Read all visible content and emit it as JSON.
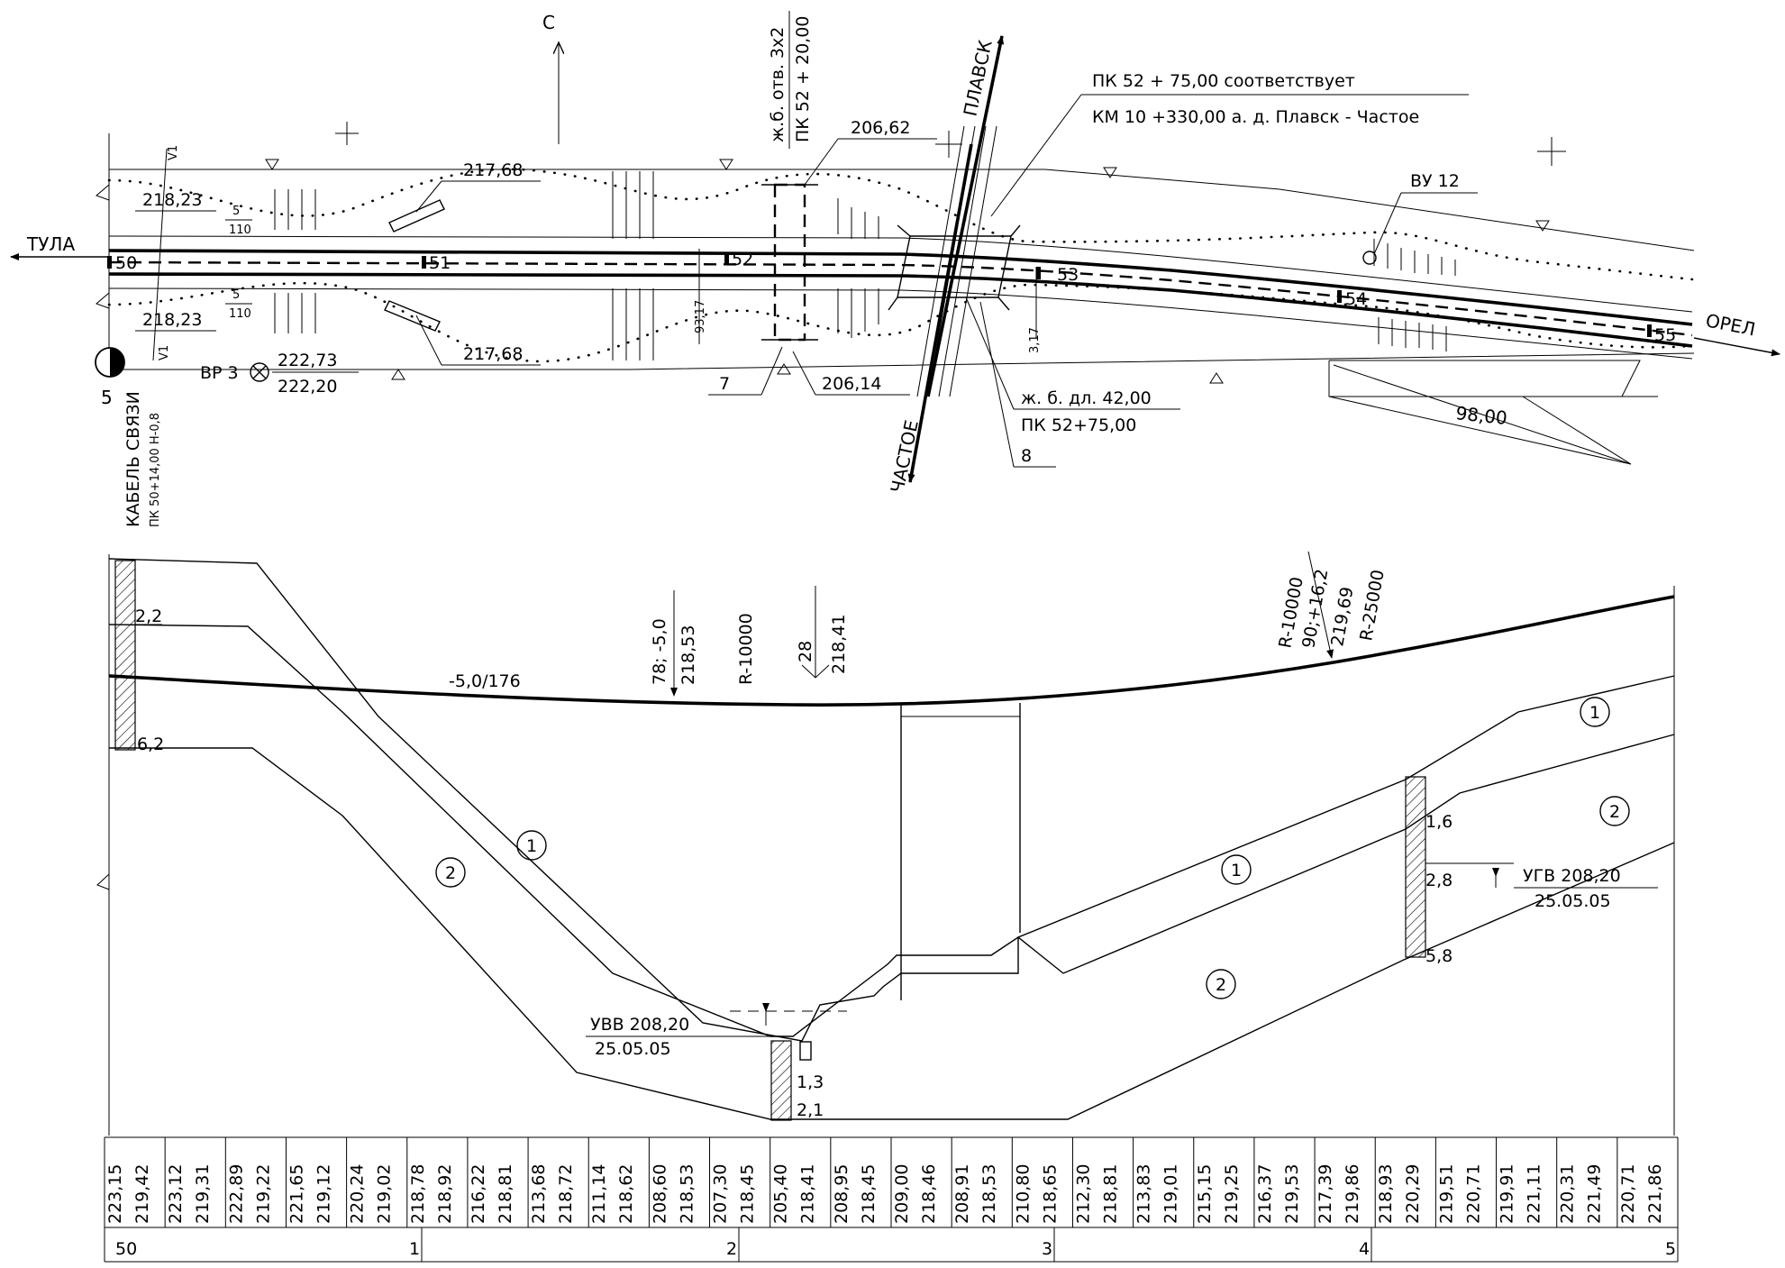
{
  "plan": {
    "north": "С",
    "dir_west": "ТУЛА",
    "dir_east": "ОРЕЛ",
    "dir_north": "ПЛАВСК",
    "dir_south": "ЧАСТОЕ",
    "note_line1": "ПК 52 + 75,00 соответствует",
    "note_line2": "КМ 10 +330,00  а. д.  Плавск - Частое",
    "culvert_line1": "ж.б. отв. 3х2",
    "culvert_line2": "ПК 52 + 20,00",
    "bridge_line1": "ж. б. дл. 42,00",
    "bridge_line2": "ПК  52+75,00",
    "bridge_ref": "8",
    "culvert_ref": "7",
    "vu": "ВУ 12",
    "vr_label": "ВР  3",
    "vr_top": "222,73",
    "vr_bottom": "222,20",
    "cable_line1": "КАБЕЛЬ СВЯЗИ",
    "cable_line2": "ПК  50+14,00  Н-0,8",
    "v1": "V1",
    "well_num": "5",
    "length_label": "98,00",
    "km_tick": "5",
    "km_sub": "110",
    "elev_labels": [
      "218,23",
      "218,23",
      "217,68",
      "217,68",
      "206,62",
      "206,14"
    ],
    "small_dims": [
      "93,17",
      "3,17"
    ],
    "pickets": [
      "50",
      "51",
      "52",
      "53",
      "54",
      "55"
    ]
  },
  "profile": {
    "grade": "-5,0/176",
    "curve1_line1": "78; -5,0",
    "curve1_line2": "218,53",
    "curve1_radius": "R-10000",
    "curve2_line1": "28",
    "curve2_line2": "218,41",
    "curve3_line1": "R-10000",
    "curve3_line2": "90;+16,2",
    "curve3_line3": "219,69",
    "curve3_line4": "R-25000",
    "uvv_label": "УВВ  208,20",
    "uvv_date": "25.05.05",
    "ugv_label": "УГВ  208,20",
    "ugv_date": "25.05.05",
    "bore1": [
      "2,2",
      "6,2"
    ],
    "bore2": [
      "1,3",
      "2,1"
    ],
    "bore3": [
      "1,6",
      "2,8",
      "5,8"
    ],
    "layer1": "1",
    "layer2": "2"
  },
  "table": {
    "elevation_pairs": [
      [
        "223,15",
        "219,42"
      ],
      [
        "223,12",
        "219,31"
      ],
      [
        "222,89",
        "219,22"
      ],
      [
        "221,65",
        "219,12"
      ],
      [
        "220,24",
        "219,02"
      ],
      [
        "218,78",
        "218,92"
      ],
      [
        "216,22",
        "218,81"
      ],
      [
        "213,68",
        "218,72"
      ],
      [
        "211,14",
        "218,62"
      ],
      [
        "208,60",
        "218,53"
      ],
      [
        "207,30",
        "218,45"
      ],
      [
        "205,40",
        "218,41"
      ],
      [
        "208,95",
        "218,45"
      ],
      [
        "209,00",
        "218,46"
      ],
      [
        "208,91",
        "218,53"
      ],
      [
        "210,80",
        "218,65"
      ],
      [
        "212,30",
        "218,81"
      ],
      [
        "213,83",
        "219,01"
      ],
      [
        "215,15",
        "219,25"
      ],
      [
        "216,37",
        "219,53"
      ],
      [
        "217,39",
        "219,86"
      ],
      [
        "218,93",
        "220,29"
      ],
      [
        "219,51",
        "220,71"
      ],
      [
        "219,91",
        "221,11"
      ],
      [
        "220,31",
        "221,49"
      ],
      [
        "220,71",
        "221,86"
      ]
    ],
    "pickets": [
      "50",
      "1",
      "2",
      "3",
      "4",
      "5"
    ]
  }
}
